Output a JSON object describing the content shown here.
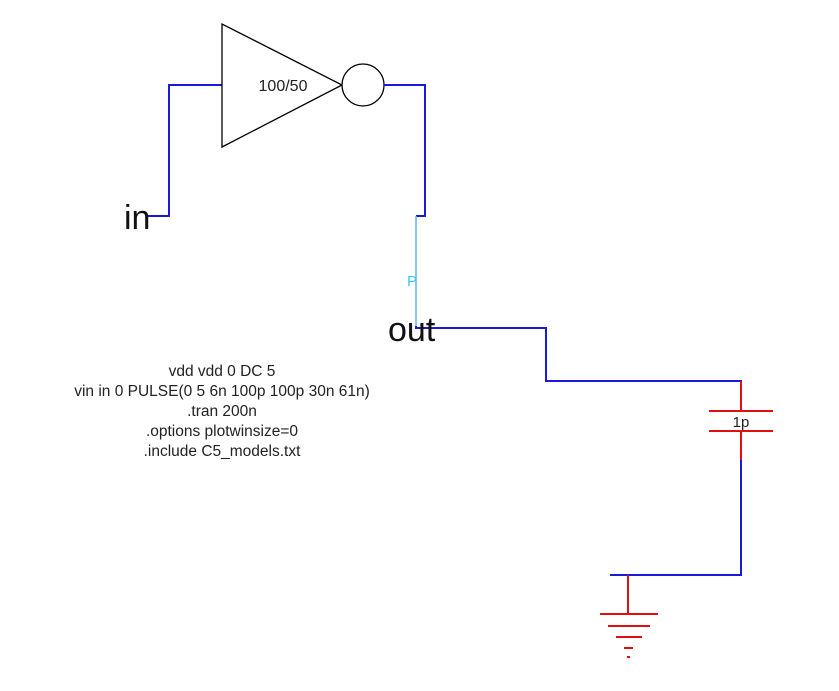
{
  "inverter": {
    "size_label": "100/50"
  },
  "nets": {
    "input_label": "in",
    "output_label": "out",
    "probe_marker": "P"
  },
  "capacitor": {
    "value_label": "1p"
  },
  "spice_directives": [
    "vdd vdd 0 DC 5",
    "vin in 0 PULSE(0 5 6n 100p 100p 30n 61n)",
    ".tran 200n",
    ".options plotwinsize=0",
    ".include C5_models.txt"
  ],
  "colors": {
    "wire": "#1a1adc",
    "component": "#e01010",
    "probe": "#3cc8f0",
    "symbol_outline": "#000000"
  }
}
